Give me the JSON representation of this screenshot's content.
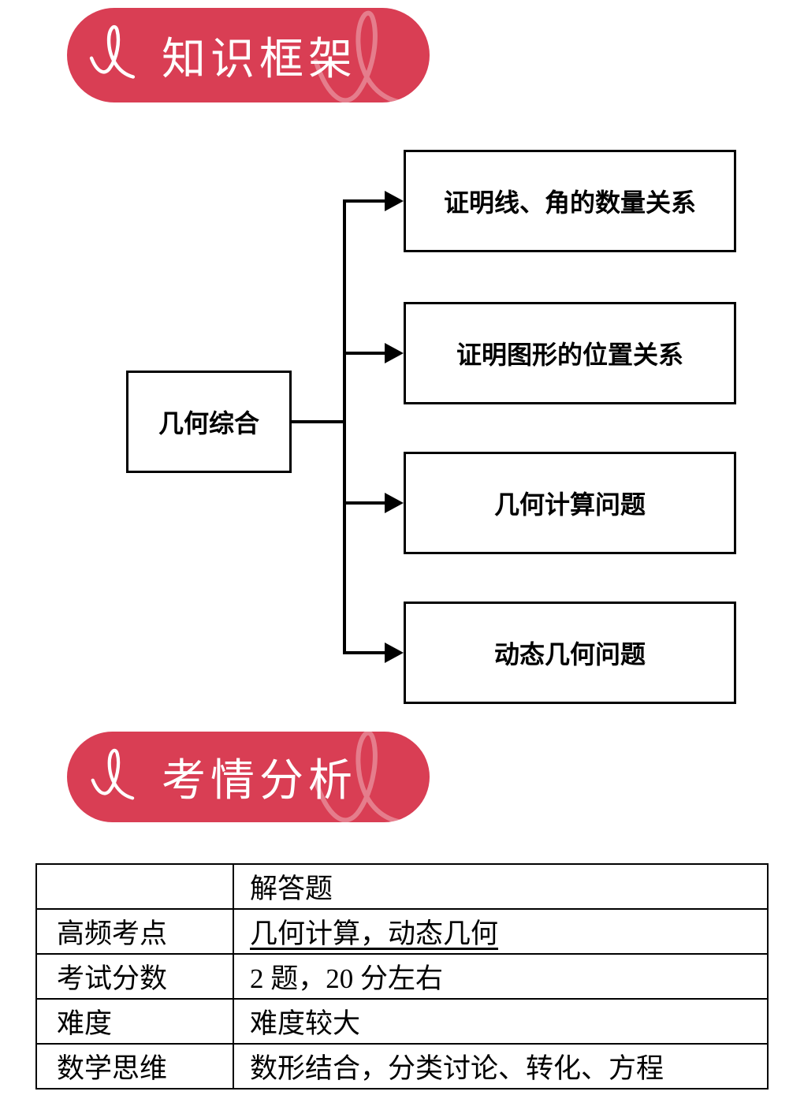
{
  "colors": {
    "badge": "#d93e54",
    "line": "#000000"
  },
  "sections": {
    "framework": {
      "title": "知识框架"
    },
    "analysis": {
      "title": "考情分析"
    }
  },
  "diagram": {
    "root": "几何综合",
    "branches": [
      "证明线、角的数量关系",
      "证明图形的位置关系",
      "几何计算问题",
      "动态几何问题"
    ]
  },
  "table": {
    "rows": [
      {
        "label": "",
        "value": "解答题"
      },
      {
        "label": "高频考点",
        "value": "几何计算，动态几何"
      },
      {
        "label": "考试分数",
        "value": "2 题，20 分左右"
      },
      {
        "label": "难度",
        "value": "难度较大"
      },
      {
        "label": "数学思维",
        "value": "数形结合，分类讨论、转化、方程"
      }
    ]
  }
}
